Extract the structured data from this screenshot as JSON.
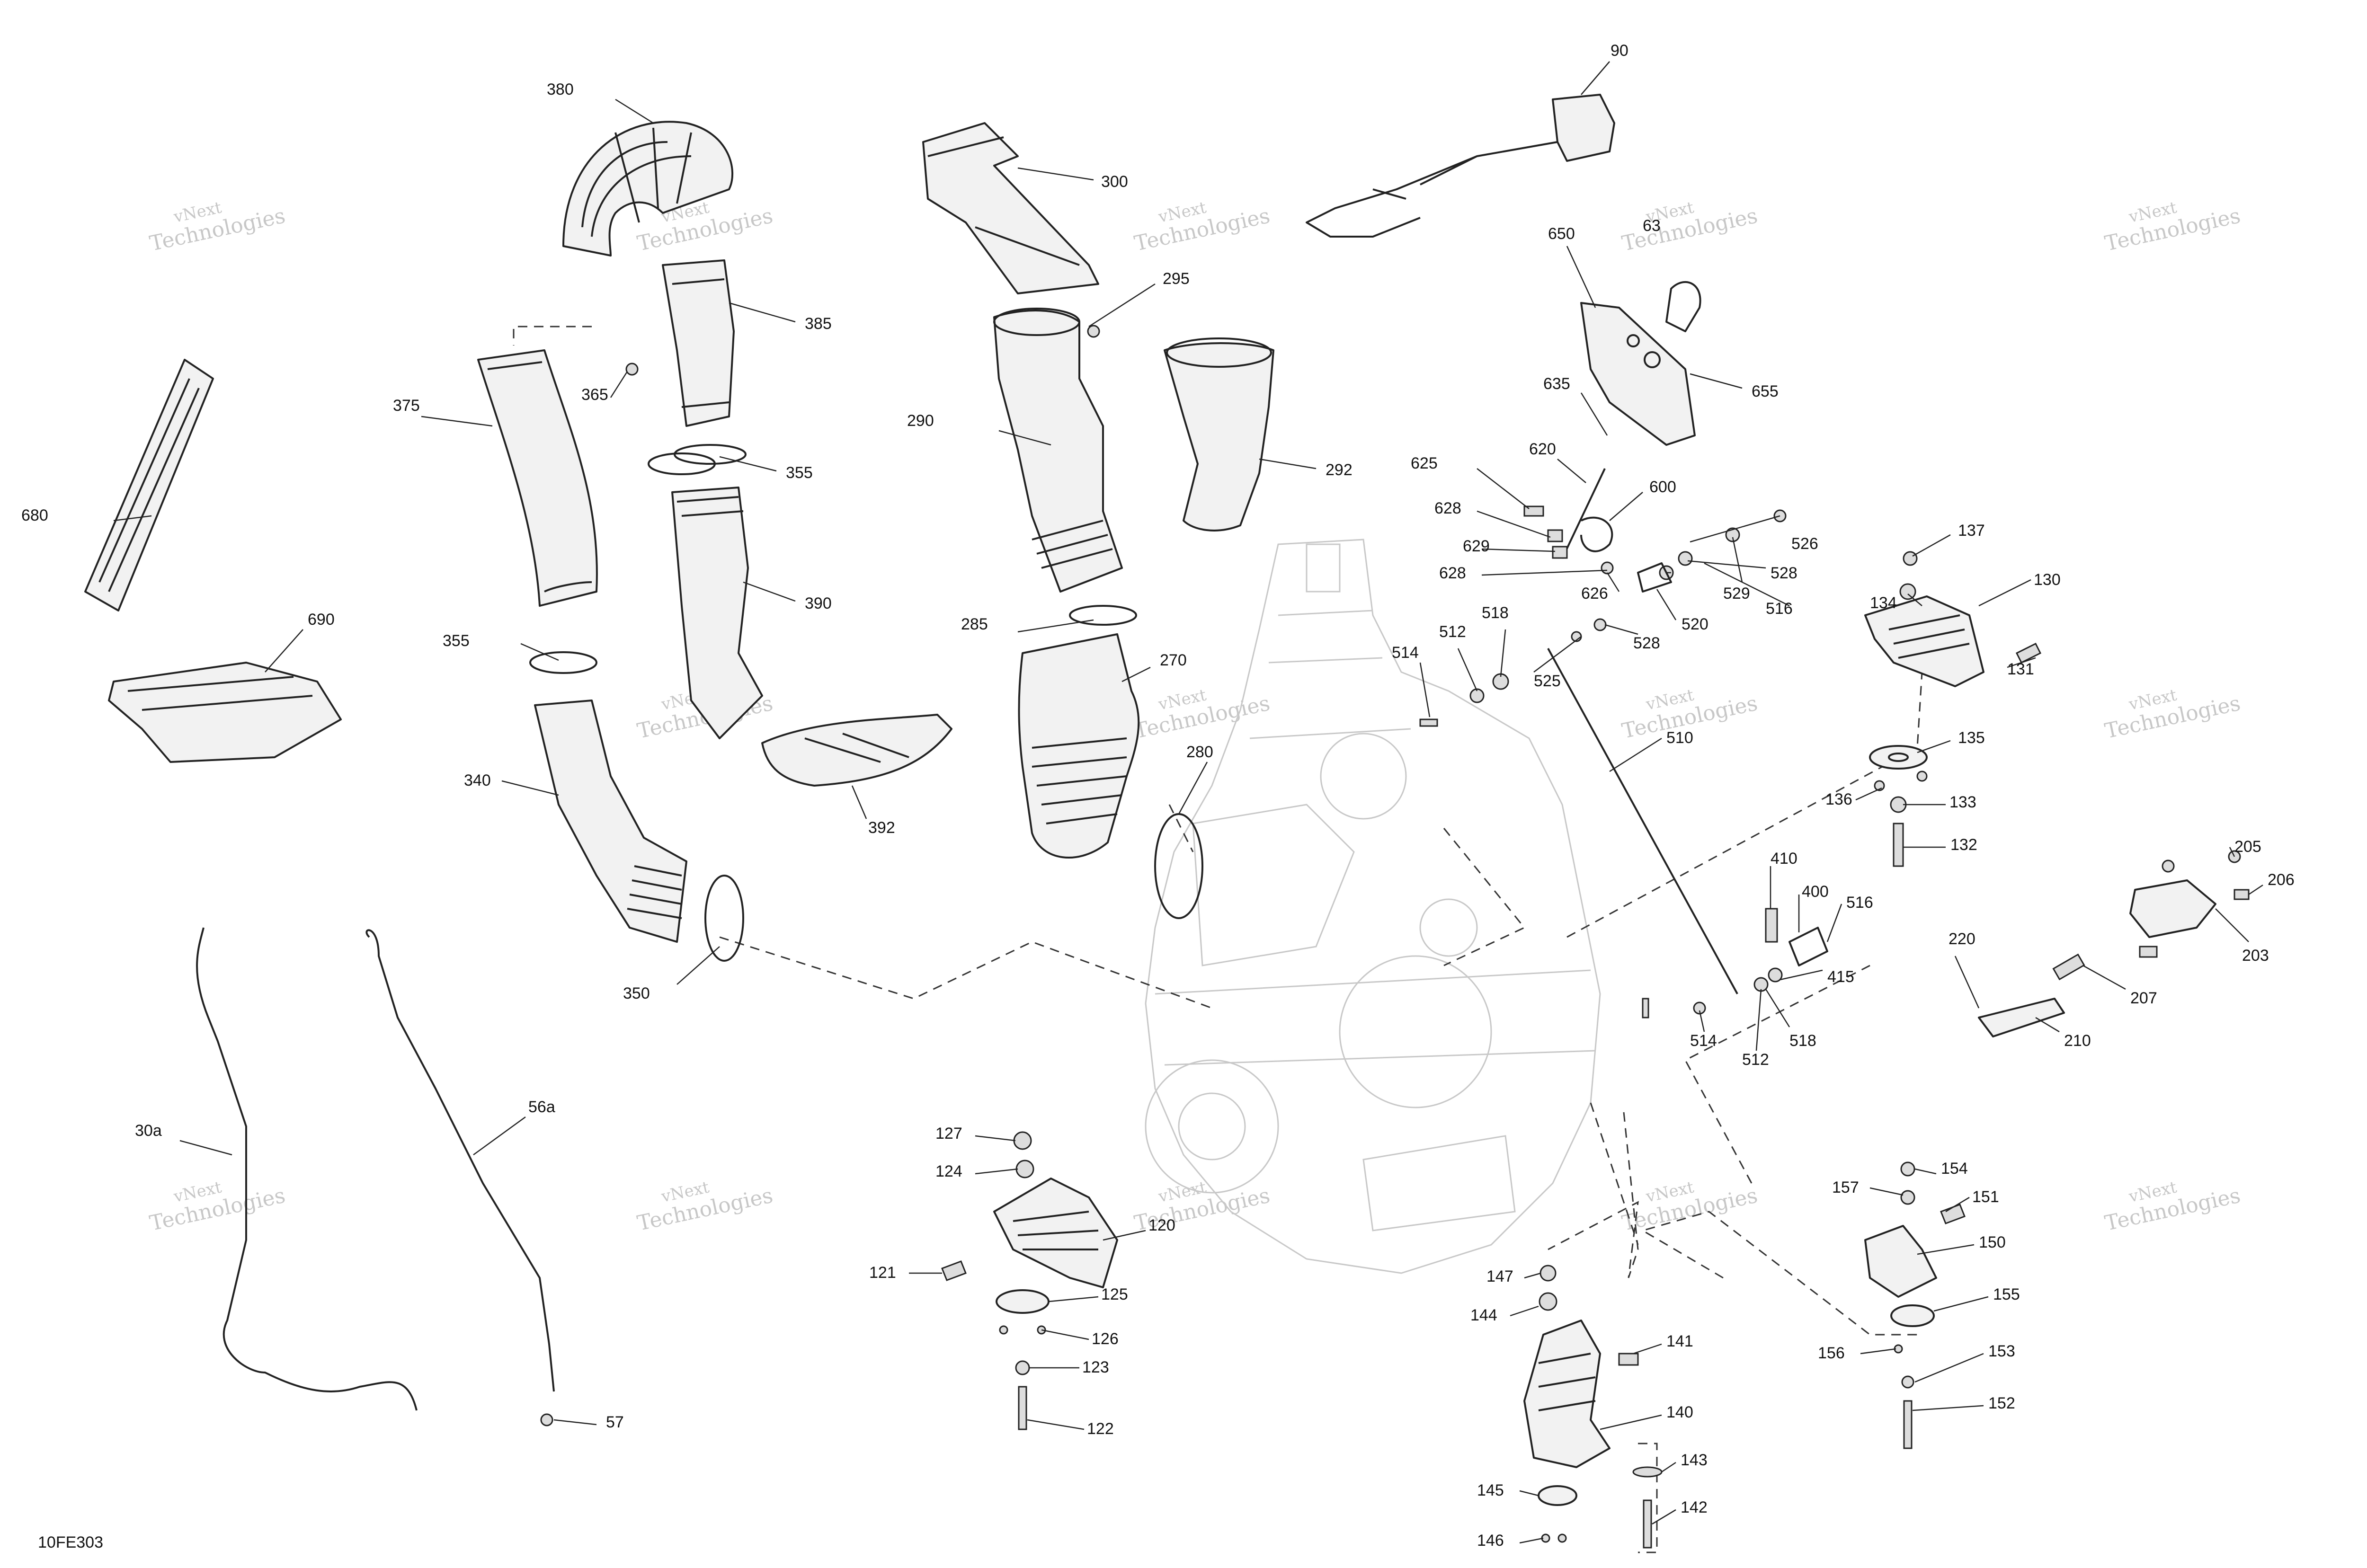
{
  "diagram_code": "10FE303",
  "watermark": {
    "line1": "vNext",
    "line2": "Technologies"
  },
  "callouts": [
    "90",
    "380",
    "300",
    "650",
    "63",
    "385",
    "295",
    "655",
    "365",
    "635",
    "375",
    "290",
    "292",
    "355",
    "620",
    "625",
    "600",
    "628",
    "526",
    "680",
    "629",
    "137",
    "628",
    "626",
    "528",
    "529",
    "516",
    "130",
    "134",
    "514",
    "512",
    "518",
    "520",
    "690",
    "525",
    "528",
    "131",
    "270",
    "285",
    "390",
    "355",
    "135",
    "510",
    "136",
    "133",
    "340",
    "280",
    "392",
    "132",
    "205",
    "410",
    "400",
    "516",
    "220",
    "206",
    "203",
    "415",
    "207",
    "350",
    "518",
    "514",
    "512",
    "210",
    "30a",
    "56a",
    "127",
    "124",
    "154",
    "157",
    "151",
    "120",
    "150",
    "121",
    "125",
    "155",
    "147",
    "144",
    "141",
    "126",
    "156",
    "153",
    "123",
    "152",
    "140",
    "57",
    "122",
    "143",
    "145",
    "142",
    "146"
  ]
}
